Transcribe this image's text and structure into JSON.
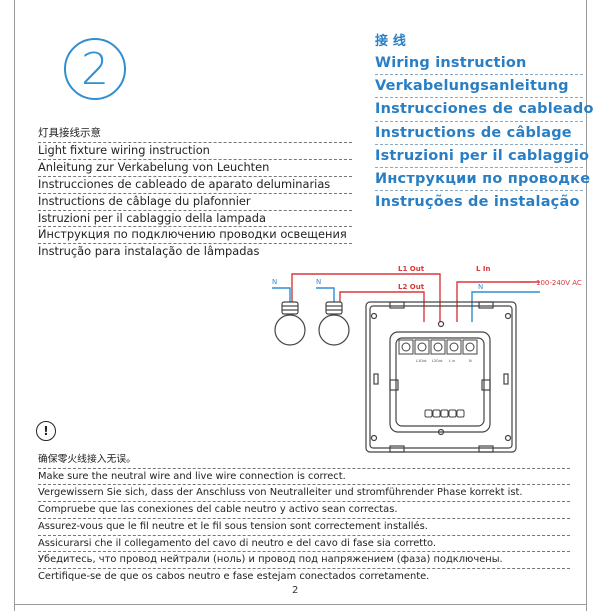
{
  "step": {
    "number": "2"
  },
  "headings": [
    "接 线",
    "Wiring instruction",
    "Verkabelungsanleitung",
    "Instrucciones de cableado",
    "Instructions de câblage",
    "Istruzioni per il cablaggio",
    "Инструкции по проводке",
    "Instruções de instalação"
  ],
  "fixture_labels": [
    "灯具接线示意",
    "Light fixture wiring instruction",
    "Anleitung zur Verkabelung von Leuchten",
    "Instrucciones de cableado de aparato deluminarias",
    "Instructions de câblage du plafonnier",
    "Istruzioni per il cablaggio della lampada",
    "Инструкция по подключению проводки освещения",
    "Instrução para instalação de lâmpadas"
  ],
  "diagram": {
    "l1_out": "L1 Out",
    "l2_out": "L2 Out",
    "l_in": "L In",
    "n_left": "N",
    "n_mid": "N",
    "n_right": "N",
    "voltage": "100-240V AC",
    "terminal_labels": [
      "L1Out",
      "L2Out",
      "L in",
      "N"
    ],
    "colors": {
      "live": "#d9383b",
      "neutral": "#2f8fd0",
      "device": "#444444"
    }
  },
  "notes": [
    "确保零火线接入无误。",
    "Make sure the neutral wire and live wire connection is correct.",
    "Vergewissern Sie sich, dass der Anschluss von Neutralleiter und stromführender Phase korrekt ist.",
    "Compruebe que las conexiones del cable neutro y activo sean correctas.",
    "Assurez-vous que le fil neutre et le fil sous tension sont correctement installés.",
    "Assicurarsi che il collegamento del cavo di neutro e del cavo di fase sia corretto.",
    "Убедитесь, что провод нейтрали (ноль) и провод под напряжением (фаза) подключены.",
    "Certifique-se de que os cabos neutro e fase estejam conectados corretamente."
  ],
  "warning_icon": "exclamation-circle-icon",
  "page": {
    "number": "2"
  }
}
